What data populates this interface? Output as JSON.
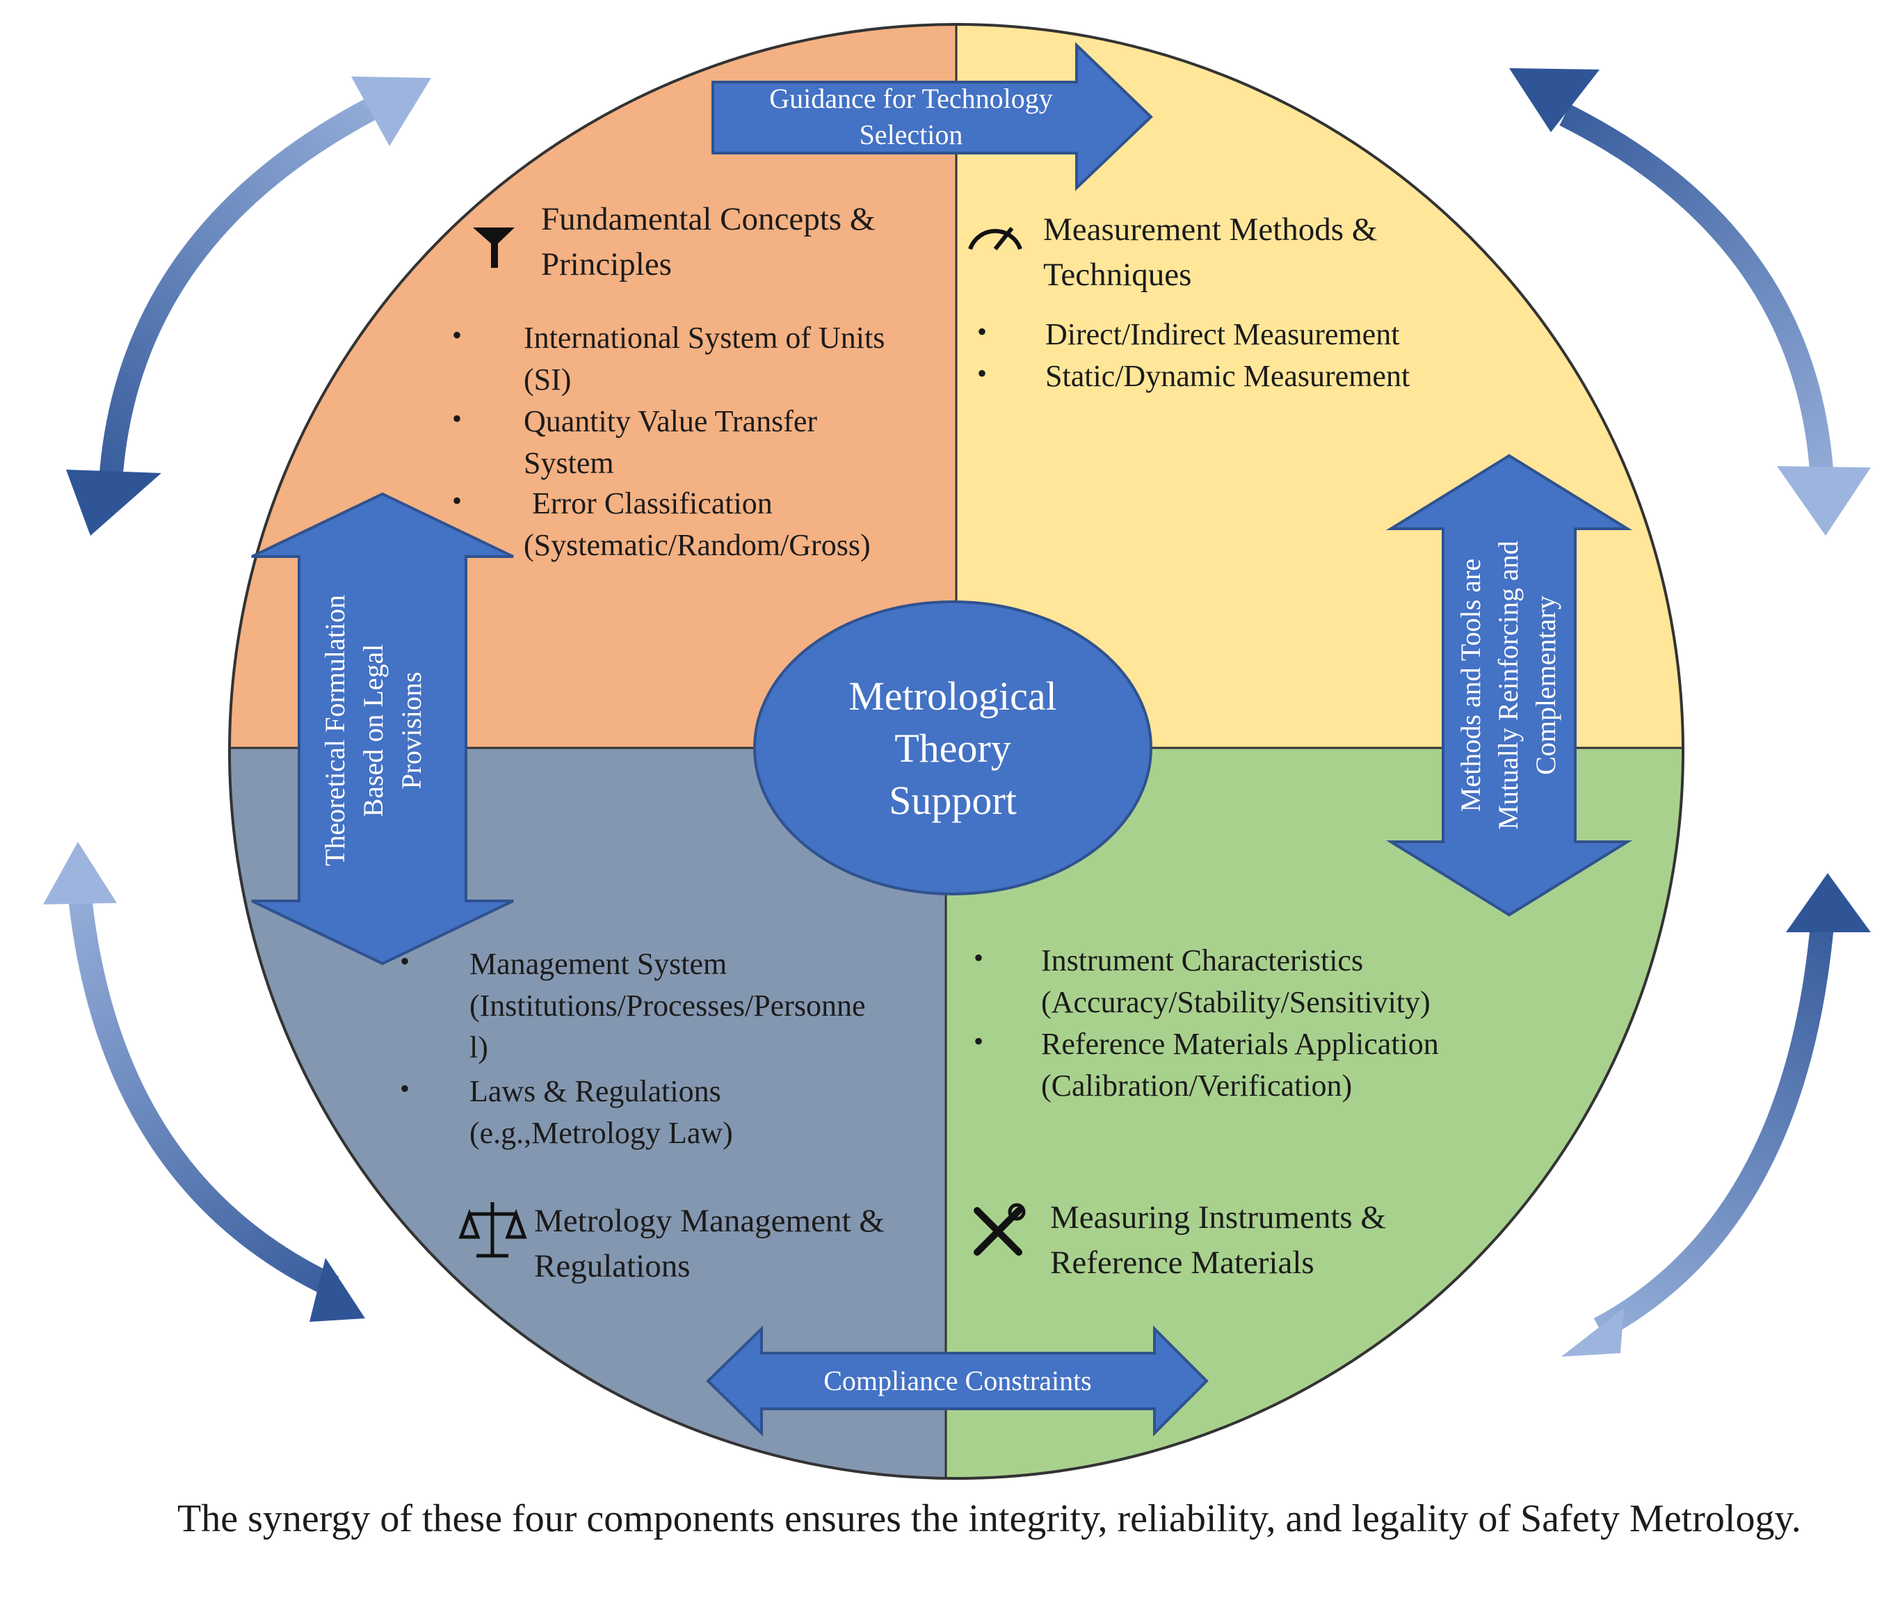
{
  "center": {
    "lines": [
      "Metrological",
      "Theory",
      "Support"
    ]
  },
  "quadrants": {
    "top_left": {
      "title_lines": [
        "Fundamental Concepts &",
        "Principles"
      ],
      "icon": "funnel-icon",
      "color": "#F4B183",
      "items": [
        [
          "International System of Units",
          "(SI)"
        ],
        [
          "Quantity Value Transfer",
          "System"
        ],
        [
          "Error Classification",
          "(Systematic/Random/Gross)"
        ]
      ]
    },
    "top_right": {
      "title_lines": [
        "Measurement Methods &",
        "Techniques"
      ],
      "icon": "gauge-icon",
      "color": "#FFE699",
      "items": [
        [
          "Direct/Indirect Measurement"
        ],
        [
          "Static/Dynamic Measurement"
        ]
      ]
    },
    "bottom_left": {
      "title_lines": [
        "Metrology Management &",
        "Regulations"
      ],
      "icon": "scales-icon",
      "color": "#8497B0",
      "items": [
        [
          "Management System",
          "(Institutions/Processes/Personne",
          "l)"
        ],
        [
          "Laws & Regulations",
          "(e.g.,Metrology Law)"
        ]
      ]
    },
    "bottom_right": {
      "title_lines": [
        "Measuring Instruments &",
        "Reference Materials"
      ],
      "icon": "tools-icon",
      "color": "#A9D18E",
      "items": [
        [
          "Instrument Characteristics",
          "(Accuracy/Stability/Sensitivity)"
        ],
        [
          "Reference Materials Application",
          "(Calibration/Verification)"
        ]
      ]
    }
  },
  "arrows": {
    "top": [
      "Guidance for Technology",
      "Selection"
    ],
    "left": [
      "Theoretical Formulation",
      "Based on Legal",
      "Provisions"
    ],
    "right": [
      "Methods and Tools are",
      "Mutually Reinforcing and",
      "Complementary"
    ],
    "bottom": [
      "Compliance Constraints"
    ]
  },
  "bullet": "•",
  "colors": {
    "arrow_fill": "#4472C4",
    "arrow_stroke": "#2F528F",
    "cycle_dark": "#2F5597",
    "cycle_light": "#9DB5DE"
  },
  "caption": "The synergy of these four components ensures the integrity, reliability, and legality of Safety Metrology."
}
